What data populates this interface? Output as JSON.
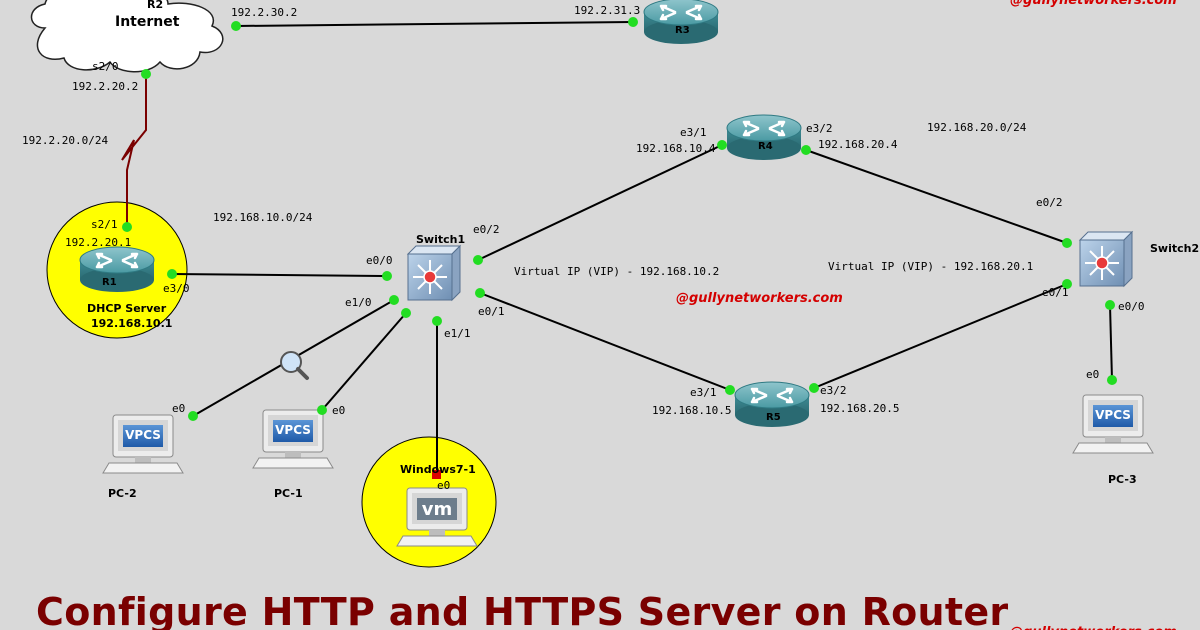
{
  "title": "Configure HTTP and HTTPS Server on Router",
  "watermark": "@gullynetworkers.com",
  "nodes": {
    "r2": {
      "name": "R2",
      "label": "Internet"
    },
    "r3": {
      "name": "R3"
    },
    "r1": {
      "name": "R1",
      "role": "DHCP Server",
      "ip": "192.168.10.1"
    },
    "r4": {
      "name": "R4"
    },
    "r5": {
      "name": "R5"
    },
    "switch1": {
      "name": "Switch1"
    },
    "switch2": {
      "name": "Switch2"
    },
    "pc1": {
      "name": "PC-1",
      "badge": "VPCS"
    },
    "pc2": {
      "name": "PC-2",
      "badge": "VPCS"
    },
    "pc3": {
      "name": "PC-3",
      "badge": "VPCS"
    },
    "win7": {
      "name": "Windows7-1",
      "badge": "vm"
    }
  },
  "labels": {
    "r2_ip_r3": "192.2.30.2",
    "r3_ip": "192.2.31.3",
    "r2_s20": "s2/0",
    "r2_s20_ip": "192.2.20.2",
    "wan_net": "192.2.20.0/24",
    "r1_s21": "s2/1",
    "r1_s21_ip": "192.2.20.1",
    "r1_e30": "e3/0",
    "lan1_net": "192.168.10.0/24",
    "lan2_net": "192.168.20.0/24",
    "sw1_e00": "e0/0",
    "sw1_e02": "e0/2",
    "sw1_e10": "e1/0",
    "sw1_e01": "e0/1",
    "sw1_e11": "e1/1",
    "r4_e31": "e3/1",
    "r4_e31_ip": "192.168.10.4",
    "r4_e32": "e3/2",
    "r4_e32_ip": "192.168.20.4",
    "r5_e31": "e3/1",
    "r5_e31_ip": "192.168.10.5",
    "r5_e32": "e3/2",
    "r5_e32_ip": "192.168.20.5",
    "vip1": "Virtual IP (VIP) - 192.168.10.2",
    "vip2": "Virtual IP (VIP) - 192.168.20.1",
    "sw2_e02": "e0/2",
    "sw2_e01": "e0/1",
    "sw2_e00": "e0/0",
    "pc2_e0": "e0",
    "pc1_e0": "e0",
    "win7_e0": "e0",
    "pc3_e0": "e0"
  },
  "colors": {
    "background": "#d9d9d9",
    "highlight": "#ffff00",
    "router": "#3f8c95",
    "serial_link": "#7a0000",
    "port_up": "#22dd22",
    "port_capture": "#dd0000",
    "title": "#7a0000",
    "watermark": "#d40000"
  }
}
